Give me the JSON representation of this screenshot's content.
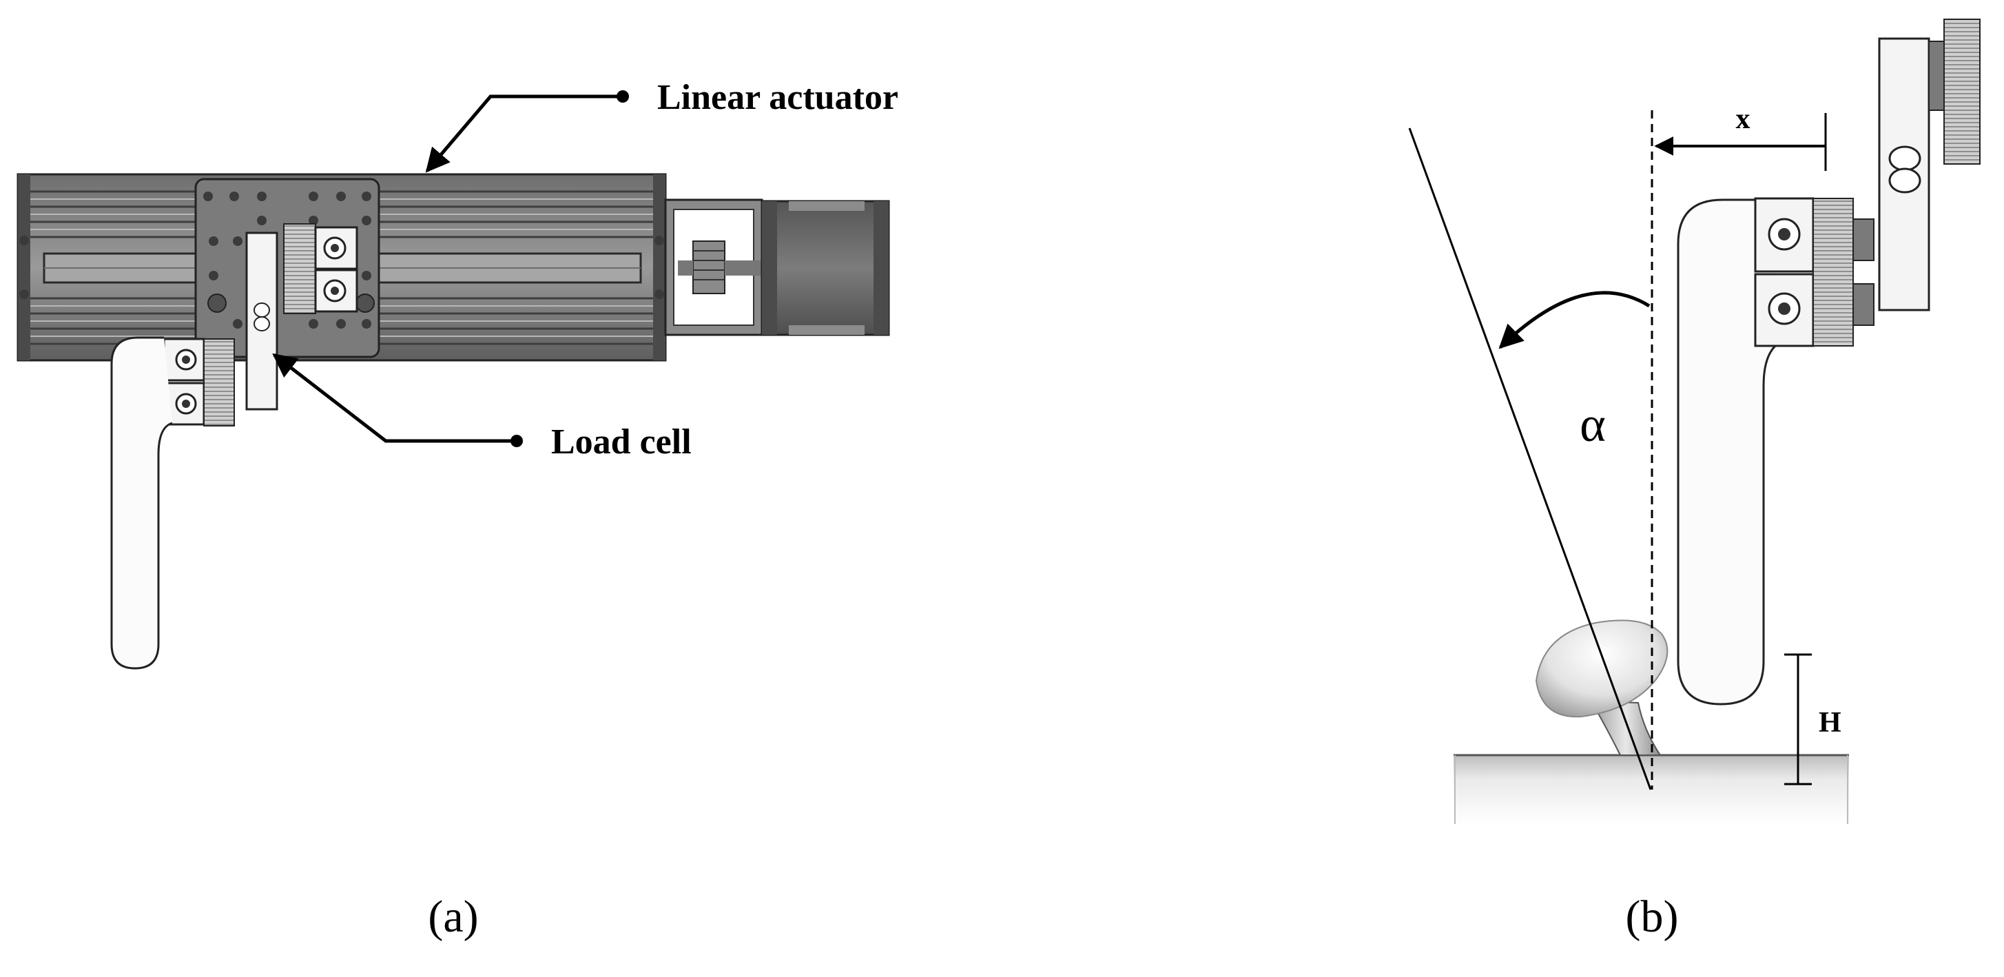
{
  "panel_a": {
    "caption": "(a)",
    "labels": {
      "linear_actuator": "Linear actuator",
      "load_cell": "Load cell"
    }
  },
  "panel_b": {
    "caption": "(b)",
    "labels": {
      "x": "x",
      "alpha": "α",
      "h": "H"
    }
  },
  "colors": {
    "metal_dark": "#5a5a5a",
    "metal_mid": "#8a8a8a",
    "metal_light": "#c8c8c8",
    "part_white": "#f4f4f4",
    "outline": "#222222"
  }
}
